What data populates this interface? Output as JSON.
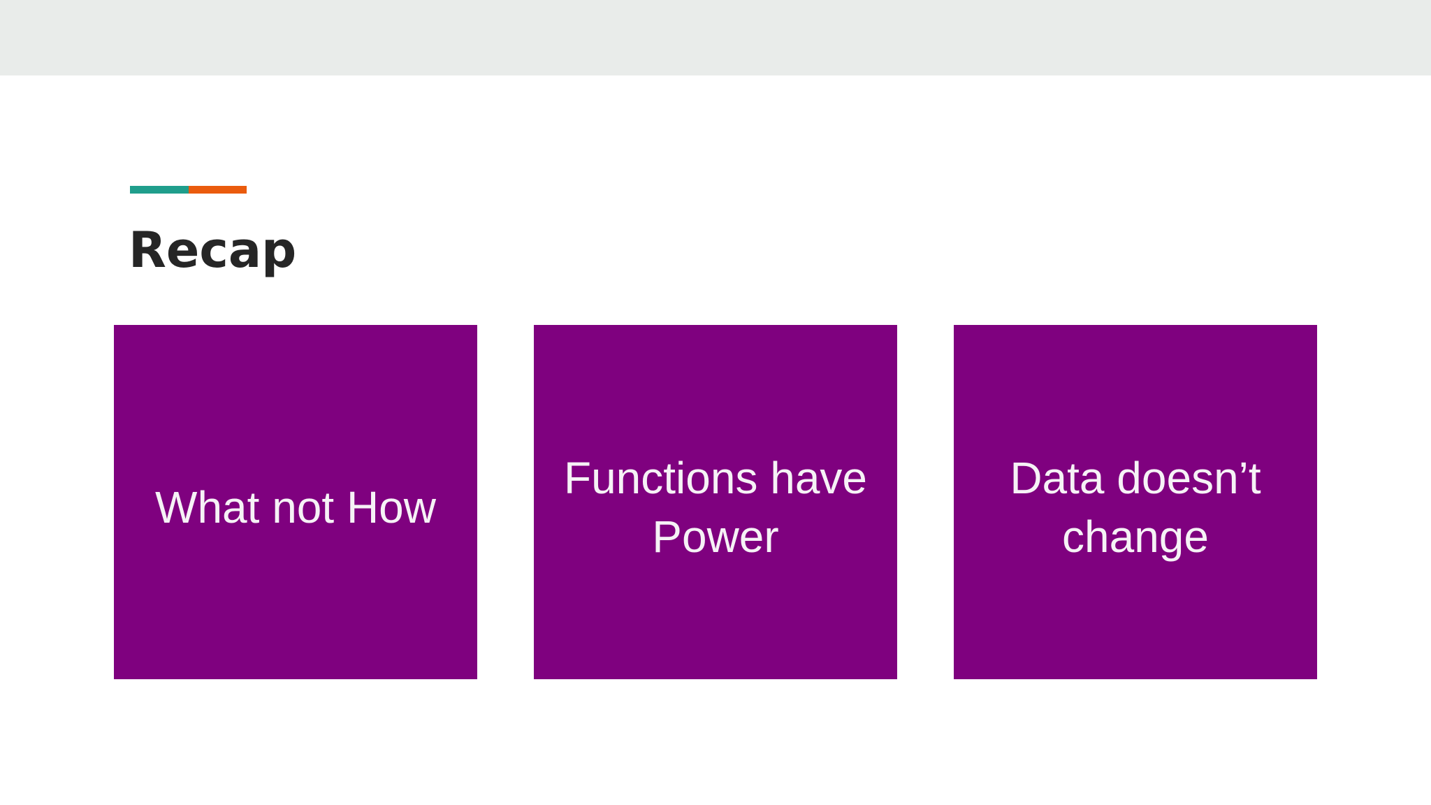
{
  "slide": {
    "title": "Recap",
    "colors": {
      "top_band": "#e9ecea",
      "accent_teal": "#1f9e8c",
      "accent_orange": "#ea5b0d",
      "card_background": "#7f017f",
      "card_text": "#f6f2f6",
      "title_text": "#262626",
      "page_background": "#ffffff"
    },
    "cards": [
      {
        "label": "What not How",
        "lines": [
          "What not How",
          ""
        ]
      },
      {
        "label": "Functions have Power",
        "lines": [
          "Functions have",
          "Power"
        ]
      },
      {
        "label": "Data doesn’t change",
        "lines": [
          "Data doesn’t",
          "change"
        ]
      }
    ]
  }
}
